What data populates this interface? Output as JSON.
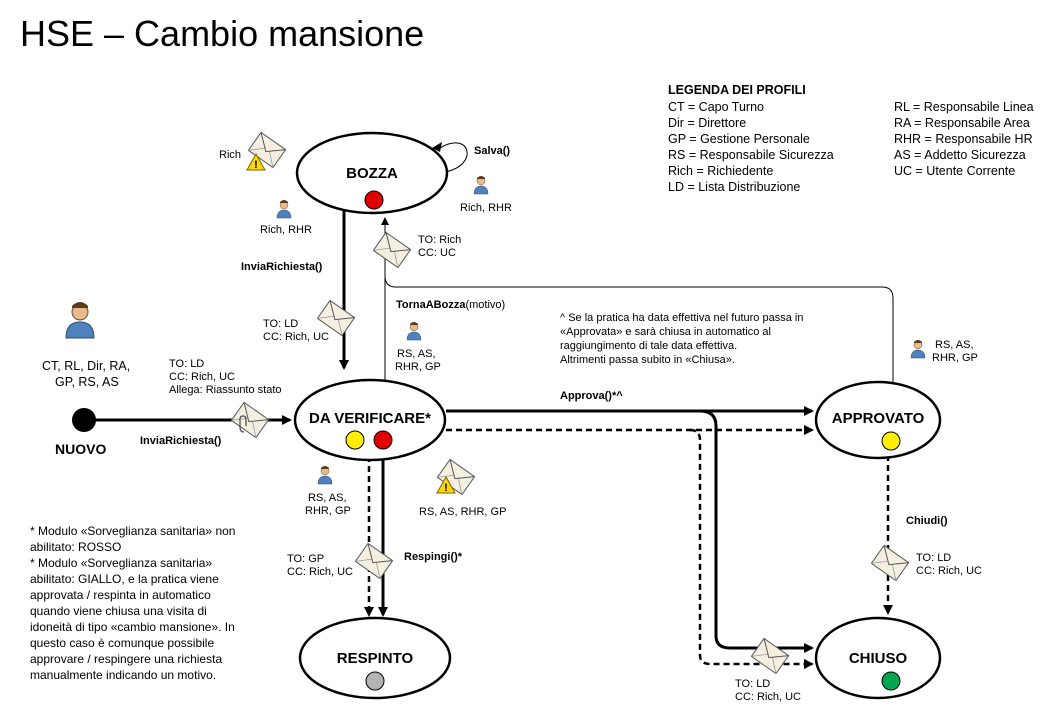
{
  "title": "HSE – Cambio mansione",
  "states": {
    "bozza": "BOZZA",
    "da_verificare": "DA VERIFICARE*",
    "approvato": "APPROVATO",
    "respinto": "RESPINTO",
    "chiuso": "CHIUSO",
    "nuovo": "NUOVO"
  },
  "colors": {
    "red": "#e00000",
    "yellow": "#ffee00",
    "green": "#00a650",
    "grey": "#b3b3b3"
  },
  "legend": {
    "title": "LEGENDA DEI PROFILI",
    "left": [
      "CT = Capo Turno",
      "Dir = Direttore",
      "GP = Gestione Personale",
      "RS = Responsabile Sicurezza",
      "Rich = Richiedente",
      "LD = Lista Distribuzione"
    ],
    "right": [
      "RL = Responsabile Linea",
      "RA = Responsabile Area",
      "RHR = Responsabile HR",
      "AS = Addetto Sicurezza",
      "UC = Utente Corrente"
    ]
  },
  "actions": {
    "salva": "Salva()",
    "invia_richiesta_bozza": "InviaRichiesta()",
    "invia_richiesta_nuovo": "InviaRichiesta()",
    "torna_a_bozza": "TornaABozza",
    "torna_a_bozza_arg": "(motivo)",
    "approva": "Approva()*^",
    "respingi": "Respingi()*",
    "chiudi": "Chiudi()"
  },
  "roles": {
    "rich": "Rich",
    "rich_rhr_left": "Rich, RHR",
    "rich_rhr_right": "Rich, RHR",
    "nuovo_line1": "CT, RL, Dir, RA,",
    "nuovo_line2": "GP, RS, AS",
    "torna_line1": "RS, AS,",
    "torna_line2": "RHR, GP",
    "respingi_line1": "RS, AS,",
    "respingi_line2": "RHR, GP",
    "approvato_line1": "RS, AS,",
    "approvato_line2": "RHR, GP",
    "warning_roles": "RS, AS, RHR, GP"
  },
  "mails": {
    "bozza_to": "TO: Rich",
    "bozza_cc": "CC: UC",
    "invia_to": "TO: LD",
    "invia_cc": "CC: Rich, UC",
    "nuovo_to": "TO: LD",
    "nuovo_cc": "CC: Rich, UC",
    "nuovo_att": "Allega: Riassunto stato",
    "respinto_to": "TO: GP",
    "respinto_cc": "CC: Rich, UC",
    "approvato_to": "TO: LD",
    "approvato_cc": "CC: Rich, UC",
    "chiuso_to": "TO: LD",
    "chiuso_cc": "CC: Rich, UC"
  },
  "approve_note": [
    "^ Se la pratica ha data effettiva nel futuro passa in",
    "«Approvata» e sarà chiusa in automatico al",
    "raggiungimento di tale data effettiva.",
    "Altrimenti passa subito in «Chiusa»."
  ],
  "footnote": [
    "* Modulo «Sorveglianza sanitaria» non",
    "abilitato: ROSSO",
    "* Modulo «Sorveglianza sanitaria»",
    "abilitato: GIALLO, e la pratica viene",
    "approvata / respinta in automatico",
    "quando viene chiusa una visita di",
    "idoneità di tipo «cambio mansione». In",
    "questo caso è comunque possibile",
    "approvare / respingere una richiesta",
    "manualmente indicando un motivo."
  ]
}
